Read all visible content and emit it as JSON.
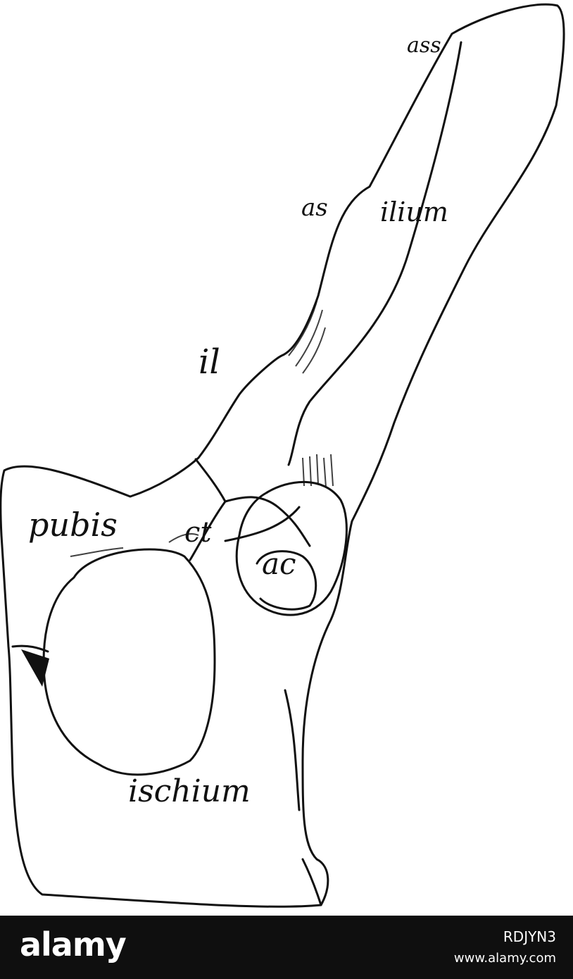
{
  "diagram": {
    "labels": {
      "ass": "ass",
      "as": "as",
      "ilium": "ilium",
      "il": "il",
      "pubis": "pubis",
      "ct": "ct",
      "ac": "ac",
      "ischium": "ischium"
    }
  },
  "footer": {
    "logo": "alamy",
    "image_id": "RDJYN3",
    "site": "www.alamy.com"
  },
  "colors": {
    "ink": "#111111",
    "paper": "#ffffff",
    "footer_bg": "#0f0f0f",
    "footer_text": "#ffffff"
  }
}
